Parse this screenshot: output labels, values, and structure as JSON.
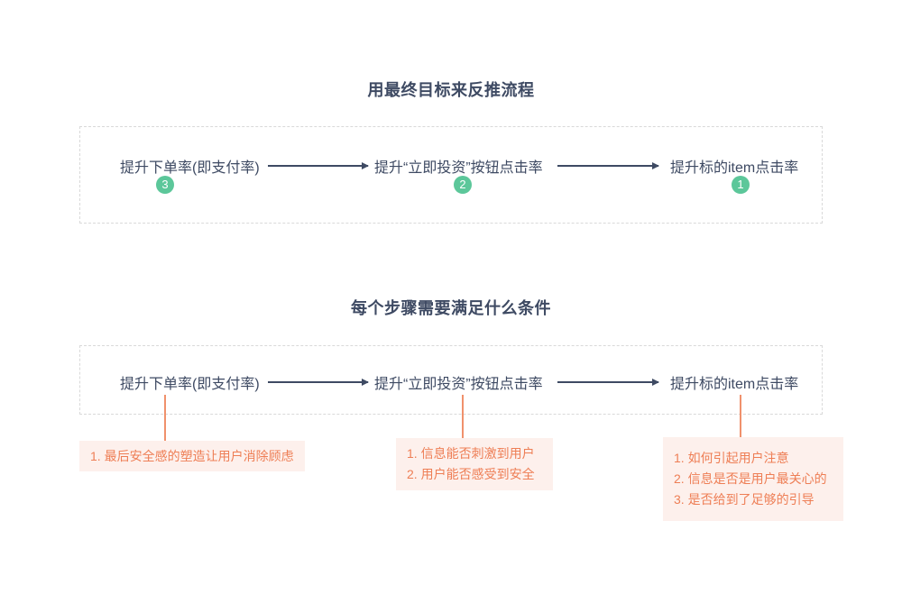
{
  "colors": {
    "text_primary": "#3e4a63",
    "badge_green": "#5cc79a",
    "note_orange": "#ee7e55",
    "note_background": "#fdf0ec",
    "connector_orange": "#f0916c",
    "dashed_border": "#d9d9d9"
  },
  "section_top": {
    "title": "用最终目标来反推流程",
    "steps": [
      {
        "label": "提升下单率(即支付率)",
        "badge": "3"
      },
      {
        "label": "提升“立即投资”按钮点击率",
        "badge": "2"
      },
      {
        "label": "提升标的item点击率",
        "badge": "1"
      }
    ]
  },
  "section_bottom": {
    "title": "每个步骤需要满足什么条件",
    "steps": [
      {
        "label": "提升下单率(即支付率)"
      },
      {
        "label": "提升“立即投资”按钮点击率"
      },
      {
        "label": "提升标的item点击率"
      }
    ],
    "notes": [
      {
        "items": [
          "1. 最后安全感的塑造让用户消除顾虑"
        ]
      },
      {
        "items": [
          "1. 信息能否刺激到用户",
          "2. 用户能否感受到安全"
        ]
      },
      {
        "items": [
          "1. 如何引起用户注意",
          "2. 信息是否是用户最关心的",
          "3. 是否给到了足够的引导"
        ]
      }
    ]
  }
}
